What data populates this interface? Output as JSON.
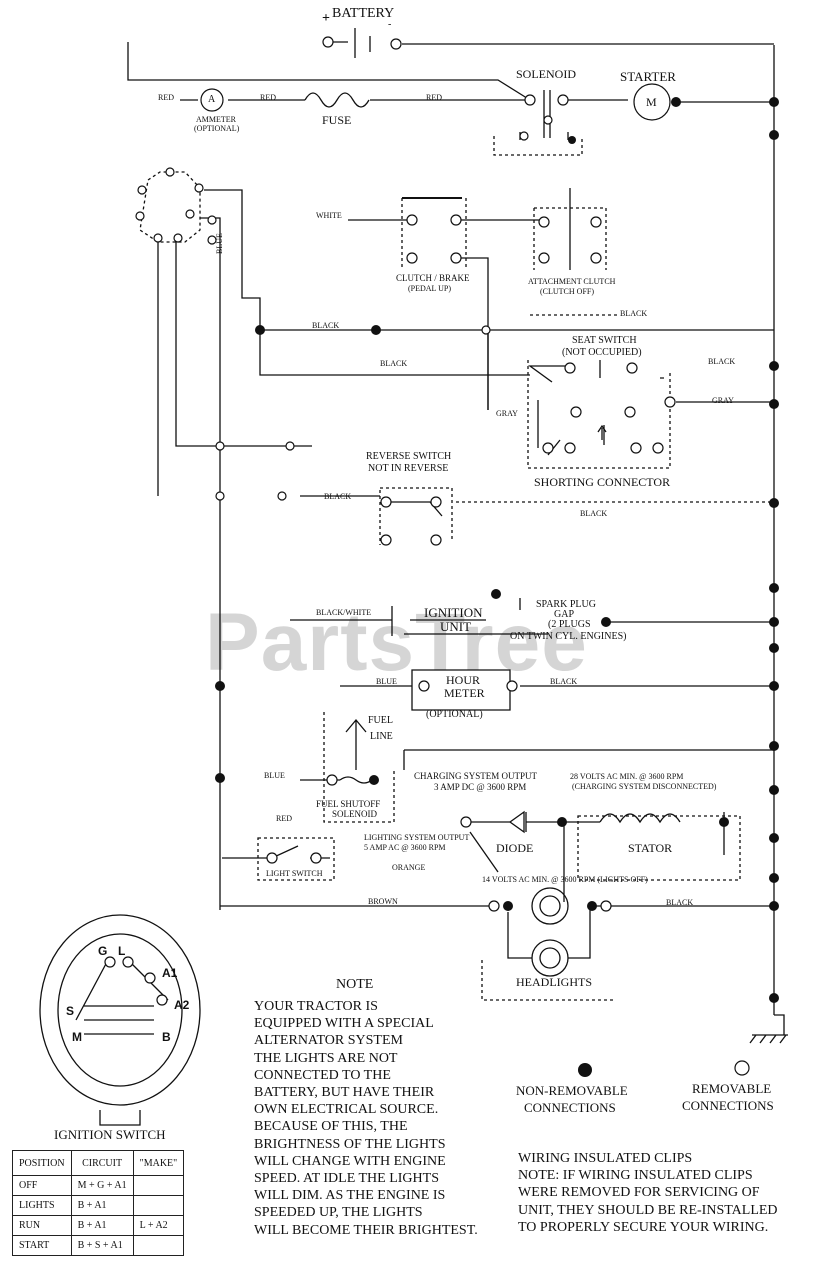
{
  "components": {
    "battery": "BATTERY",
    "battery_plus": "+",
    "battery_minus": "-",
    "solenoid": "SOLENOID",
    "starter": "STARTER",
    "starter_symbol": "M",
    "ammeter": "AMMETER",
    "ammeter_optional": "(OPTIONAL)",
    "ammeter_symbol": "A",
    "fuse": "FUSE",
    "clutch_brake": "CLUTCH / BRAKE",
    "clutch_brake_state": "(PEDAL UP)",
    "attachment_clutch": "ATTACHMENT CLUTCH",
    "attachment_clutch_state": "(CLUTCH OFF)",
    "seat_switch": "SEAT SWITCH",
    "seat_switch_state": "(NOT OCCUPIED)",
    "shorting_connector": "SHORTING CONNECTOR",
    "reverse_switch": "REVERSE SWITCH",
    "reverse_switch_state": "NOT IN REVERSE",
    "ignition_unit_1": "IGNITION",
    "ignition_unit_2": "UNIT",
    "spark_plugs_1": "SPARK PLUG",
    "spark_plugs_2": "GAP",
    "spark_plugs_3": "(2 PLUGS",
    "spark_plugs_4": "ON TWIN CYL. ENGINES)",
    "hour_meter_1": "HOUR",
    "hour_meter_2": "METER",
    "hour_meter_optional": "(OPTIONAL)",
    "fuel_line_1": "FUEL",
    "fuel_line_2": "LINE",
    "fuel_solenoid_1": "FUEL SHUTOFF",
    "fuel_solenoid_2": "SOLENOID",
    "charging_output_1": "CHARGING SYSTEM OUTPUT",
    "charging_output_2": "3 AMP DC @ 3600 RPM",
    "stator_ac_1": "28 VOLTS AC MIN. @ 3600 RPM",
    "stator_ac_2": "(CHARGING SYSTEM DISCONNECTED)",
    "lighting_output_1": "LIGHTING SYSTEM OUTPUT",
    "lighting_output_2": "5 AMP AC @ 3600 RPM",
    "diode": "DIODE",
    "stator": "STATOR",
    "lights_off_volts": "14 VOLTS AC MIN. @ 3600 RPM (LIGHTS OFF)",
    "light_switch": "LIGHT SWITCH",
    "headlights": "HEADLIGHTS",
    "ignition_switch": "IGNITION SWITCH"
  },
  "wire_colors": {
    "red_1": "RED",
    "red_2": "RED",
    "red_3": "RED",
    "red_4": "RED",
    "white": "WHITE",
    "blue_1": "BLUE",
    "black_1": "BLACK",
    "black_2": "BLACK",
    "black_3": "BLACK",
    "black_4": "BLACK",
    "black_5": "BLACK",
    "black_6": "BLACK",
    "black_7": "BLACK",
    "black_8": "BLACK",
    "gray_1": "GRAY",
    "gray_2": "GRAY",
    "black_white": "BLACK/WHITE",
    "blue_2": "BLUE",
    "blue_3": "BLUE",
    "orange": "ORANGE",
    "brown": "BROWN"
  },
  "ignition_terminals": {
    "g": "G",
    "l": "L",
    "a1": "A1",
    "a2": "A2",
    "s": "S",
    "m": "M",
    "b": "B"
  },
  "ignition_table": {
    "headers": [
      "POSITION",
      "CIRCUIT",
      "\"MAKE\""
    ],
    "rows": [
      {
        "position": "OFF",
        "circuit": "M + G + A1",
        "extra": ""
      },
      {
        "position": "LIGHTS",
        "circuit": "B + A1",
        "extra": ""
      },
      {
        "position": "RUN",
        "circuit": "B + A1",
        "extra": "L + A2"
      },
      {
        "position": "START",
        "circuit": "B + S + A1",
        "extra": ""
      }
    ]
  },
  "note": {
    "title": "NOTE",
    "lines": [
      "YOUR TRACTOR IS",
      "EQUIPPED WITH A SPECIAL",
      "ALTERNATOR SYSTEM",
      "THE LIGHTS ARE NOT",
      "CONNECTED TO THE",
      "BATTERY, BUT HAVE THEIR",
      "OWN ELECTRICAL SOURCE.",
      "BECAUSE OF THIS, THE",
      "BRIGHTNESS OF THE LIGHTS",
      "WILL CHANGE WITH ENGINE",
      "SPEED. AT IDLE THE LIGHTS",
      "WILL DIM. AS THE ENGINE IS",
      "SPEEDED UP, THE LIGHTS",
      "WILL BECOME THEIR BRIGHTEST."
    ]
  },
  "legend": {
    "non_removable_1": "NON-REMOVABLE",
    "non_removable_2": "CONNECTIONS",
    "removable_1": "REMOVABLE",
    "removable_2": "CONNECTIONS"
  },
  "clips_note": {
    "lines": [
      "WIRING INSULATED CLIPS",
      "NOTE: IF WIRING INSULATED CLIPS",
      "WERE REMOVED FOR SERVICING OF",
      "UNIT, THEY SHOULD BE RE-INSTALLED",
      "TO PROPERLY SECURE YOUR WIRING."
    ]
  },
  "watermark": "PartsTree"
}
